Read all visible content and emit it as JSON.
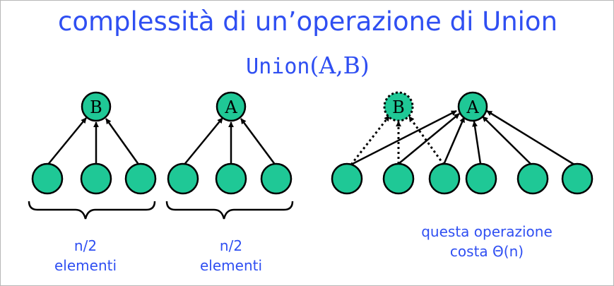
{
  "title": "complessità di un’operazione di Union",
  "subtitle": {
    "func": "Union",
    "args": "(A,B)"
  },
  "colors": {
    "node": "#1fc896",
    "text": "#2f4ff2",
    "stroke": "#000000"
  },
  "trees": {
    "left_root": "B",
    "middle_root": "A",
    "right_root_new": "A",
    "right_root_old": "B"
  },
  "captions": {
    "left": [
      "n/2",
      "elementi"
    ],
    "middle": [
      "n/2",
      "elementi"
    ],
    "right": [
      "questa operazione",
      "costa Θ(n)"
    ]
  }
}
